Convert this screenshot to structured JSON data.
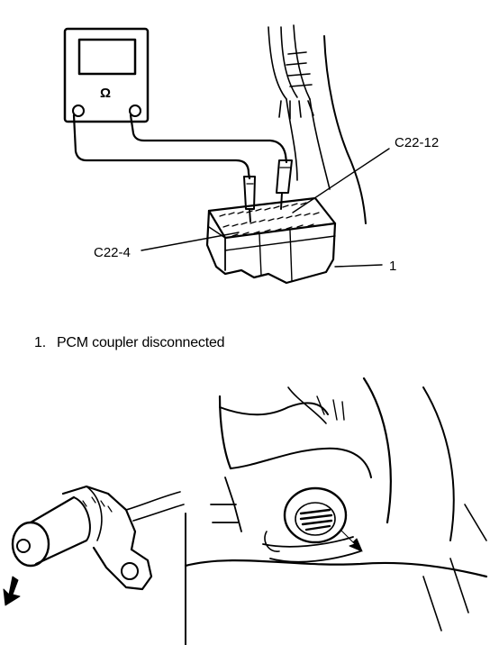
{
  "meter": {
    "symbol": "Ω"
  },
  "labels": {
    "terminal_a": "C22-12",
    "terminal_b": "C22-4",
    "coupler_callout": "1"
  },
  "caption": {
    "number": "1.",
    "text": "PCM coupler disconnected"
  }
}
